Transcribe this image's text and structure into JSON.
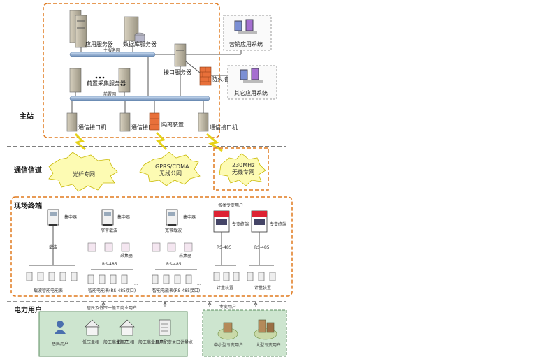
{
  "layers": {
    "master_station": "主站",
    "comm_channel": "通信信道",
    "field_terminal": "现场终端",
    "power_users": "电力用户"
  },
  "master": {
    "app_server": "应用服务器",
    "db_server": "数据库服务器",
    "lan_top": "主服务网",
    "interface_server": "接口服务器",
    "firewall": "防火墙",
    "marketing_system": "营销应用系统",
    "other_system": "其它应用系统",
    "front_server": "前置采集服务器",
    "lan_bottom": "前置网",
    "comm_machine_1": "通信接口机",
    "comm_machine_2": "通信接口机",
    "isolation": "隔离装置",
    "comm_machine_3": "通信接口机"
  },
  "channels": {
    "fiber": "光纤专网",
    "gprs_line1": "GPRS/CDMA",
    "gprs_line2": "无线公网",
    "mhz_line1": "230MHz",
    "mhz_line2": "无线专网"
  },
  "field": {
    "concentrator_1": "集中器",
    "concentrator_2": "集中器",
    "concentrator_3": "集中器",
    "carrier_1": "载波",
    "carrier_2": "窄带载波",
    "carrier_3": "宽带载波",
    "rs485_a": "RS-485",
    "rs485_b": "RS-485",
    "rs485_c": "RS-485",
    "rs485_d": "RS-485",
    "collector_1": "采集器",
    "collector_2": "采集器",
    "meter_group_1": "载波智能电能表",
    "meter_group_2": "智能电能表(RS-485接口)",
    "meter_group_3": "智能电能表(RS-485接口)",
    "special_user": "各类专变用户",
    "special_terminal_1": "专变终端",
    "special_terminal_2": "专变终端",
    "metering_1": "计量装置",
    "metering_2": "计量装置",
    "ellipsis": "..."
  },
  "users": {
    "public_label": "居民及低压一般工商业用户",
    "resident": "居民用户",
    "low_single": "低压单相一般工商业用户",
    "low_three": "低压三相一般工商业用户",
    "transformer": "公用配变关口计量点",
    "special_label": "专变用户",
    "small_medium": "中小型专变用户",
    "large": "大型专变用户"
  }
}
